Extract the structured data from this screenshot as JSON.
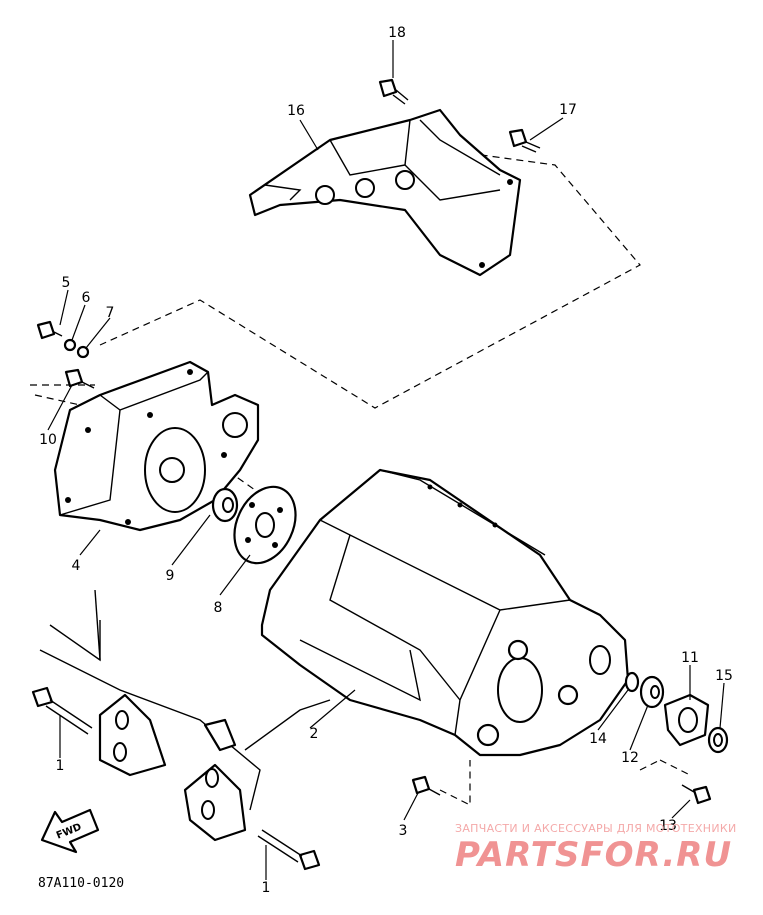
{
  "labels": {
    "p1a": "1",
    "p1b": "1",
    "p2": "2",
    "p3": "3",
    "p4": "4",
    "p5": "5",
    "p6": "6",
    "p7": "7",
    "p8": "8",
    "p9": "9",
    "p10": "10",
    "p11": "11",
    "p12": "12",
    "p13": "13",
    "p14": "14",
    "p15": "15",
    "p16": "16",
    "p17": "17",
    "p18": "18"
  },
  "fwd_label": "FWD",
  "drawing_code": "87A110-0120",
  "watermark": {
    "tagline": "ЗАПЧАСТИ И АКСЕССУАРЫ ДЛЯ МОТОТЕХНИКИ",
    "brand": "PARTSFOR.RU"
  }
}
